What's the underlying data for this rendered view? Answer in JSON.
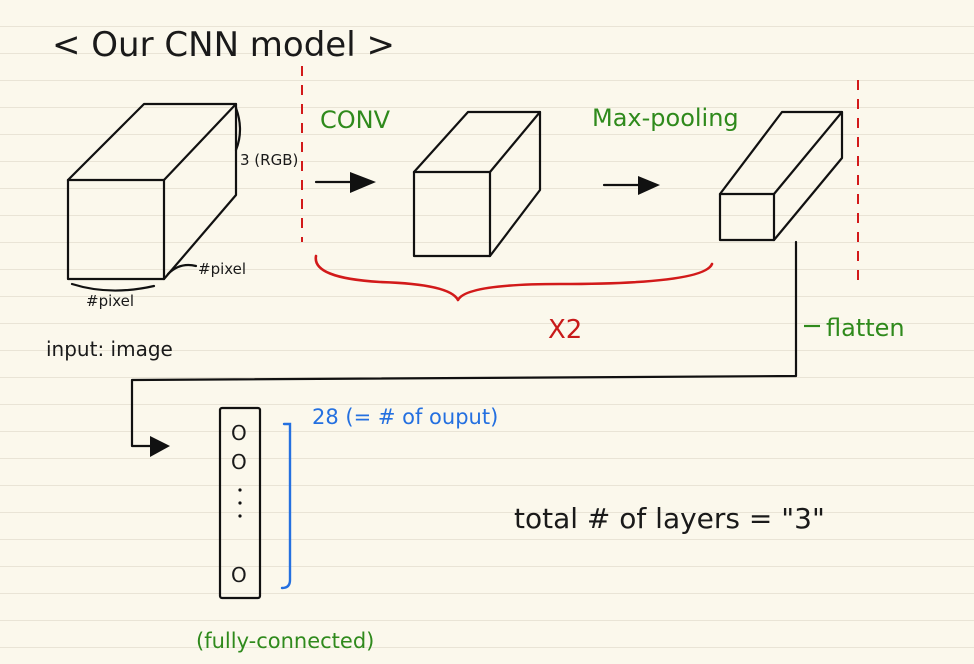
{
  "title": "< Our CNN model >",
  "input": {
    "depth_label": "3 (RGB)",
    "width_label": "#pixel",
    "height_label": "#pixel",
    "caption": "input: image"
  },
  "layers": {
    "conv_label": "CONV",
    "pool_label": "Max-pooling",
    "repeat_label": "X2",
    "flatten_label": "flatten"
  },
  "fc": {
    "output_note": "28 (= # of ouput)",
    "node_glyph": "O",
    "caption": "(fully-connected)"
  },
  "summary": "total # of layers = \"3\"",
  "colors": {
    "ink": "#111111",
    "green": "#2f8a1c",
    "red": "#c81a1a",
    "blue": "#2470e0",
    "paper": "#fbf8ec"
  }
}
